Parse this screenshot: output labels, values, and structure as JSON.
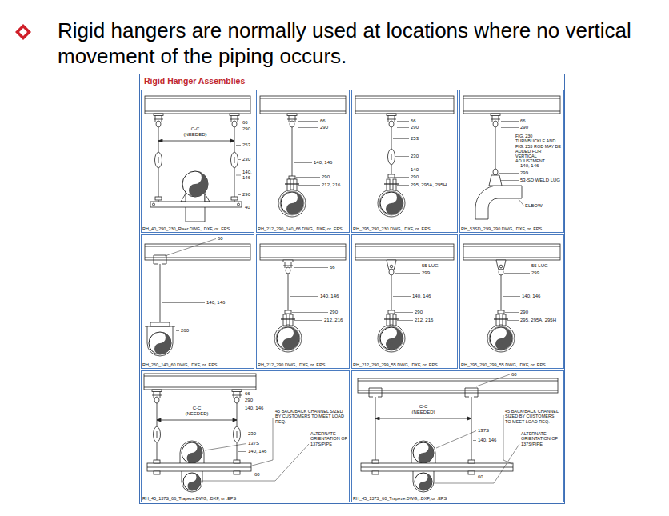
{
  "diagram": {
    "title": "Rigid hangers are normally used at locations where no vertical movement of the piping occurs.",
    "nodes": [
      {
        "text": [
          "Rigid Hanger Assemblies"
        ]
      },
      {
        "text": [
          "66",
          "290",
          "C-C (NEEDED)",
          "253",
          "230",
          "140, 146",
          "290",
          "40",
          "RH_40_290_230_Riser.DWG, .DXF, or .EPS"
        ],
        "in": 0
      },
      {
        "text": [
          "66",
          "290",
          "140, 146",
          "290",
          "212, 216",
          "RH_212_290_140_66.DWG, .DXF, or .EPS"
        ],
        "in": 0
      },
      {
        "text": [
          "66",
          "290",
          "253",
          "230",
          "140",
          "290",
          "295, 295A, 295H",
          "RH_295_290_230.DWG, .DXF, or .EPS"
        ],
        "in": 0
      },
      {
        "text": [
          "66",
          "290",
          "FIG. 230 TURNBUCKLE AND FIG. 253 ROD MAY BE ADDED FOR VERTICAL ADJUSTMENT",
          "140, 146",
          "299",
          "53-SD WELD LUG",
          "ELBOW",
          "RH_53SD_299_290.DWG, .DXF, or .EPS"
        ],
        "in": 0
      },
      {
        "text": [
          "60",
          "140, 146",
          "260",
          "RH_260_140_60.DWG, .DXF, or .EPS"
        ],
        "in": 0
      },
      {
        "text": [
          "66",
          "140, 146",
          "290",
          "212, 216",
          "RH_212_290.DWG, .DXF, or .EPS"
        ],
        "in": 0
      },
      {
        "text": [
          "55 LUG",
          "299",
          "140, 146",
          "290",
          "212, 216",
          "RH_212_290_299_55.DWG, .DXF, or .EPS"
        ],
        "in": 0
      },
      {
        "text": [
          "55 LUG",
          "299",
          "140, 146",
          "290",
          "295, 295A, 295H",
          "RH_295_290_299_55.DWG, .DXF, or .EPS"
        ],
        "in": 0
      },
      {
        "text": [
          "66",
          "290",
          "140, 146",
          "C-C (NEEDED)",
          "230",
          "137S",
          "140, 146",
          "60",
          "45 BACK/BACK CHANNEL SIZED BY CUSTOMERS TO MEET LOAD REQ.",
          "ALTERNATE ORIENTATION OF 137S/PIPE",
          "RH_45_137S_66_Trapeze.DWG, .DXF, or .EPS"
        ],
        "in": 0
      },
      {
        "text": [
          "60",
          "C-C (NEEDED)",
          "137S",
          "140, 146",
          "60",
          "45 BACK/BACK CHANNEL SIZED BY CUSTOMERS TO MEET LOAD REQ.",
          "ALTERNATE ORIENTATION OF 137S/PIPE",
          "RH_45_137S_60_Trapeze.DWG, .DXF, or .EPS"
        ],
        "in": 0
      }
    ]
  }
}
